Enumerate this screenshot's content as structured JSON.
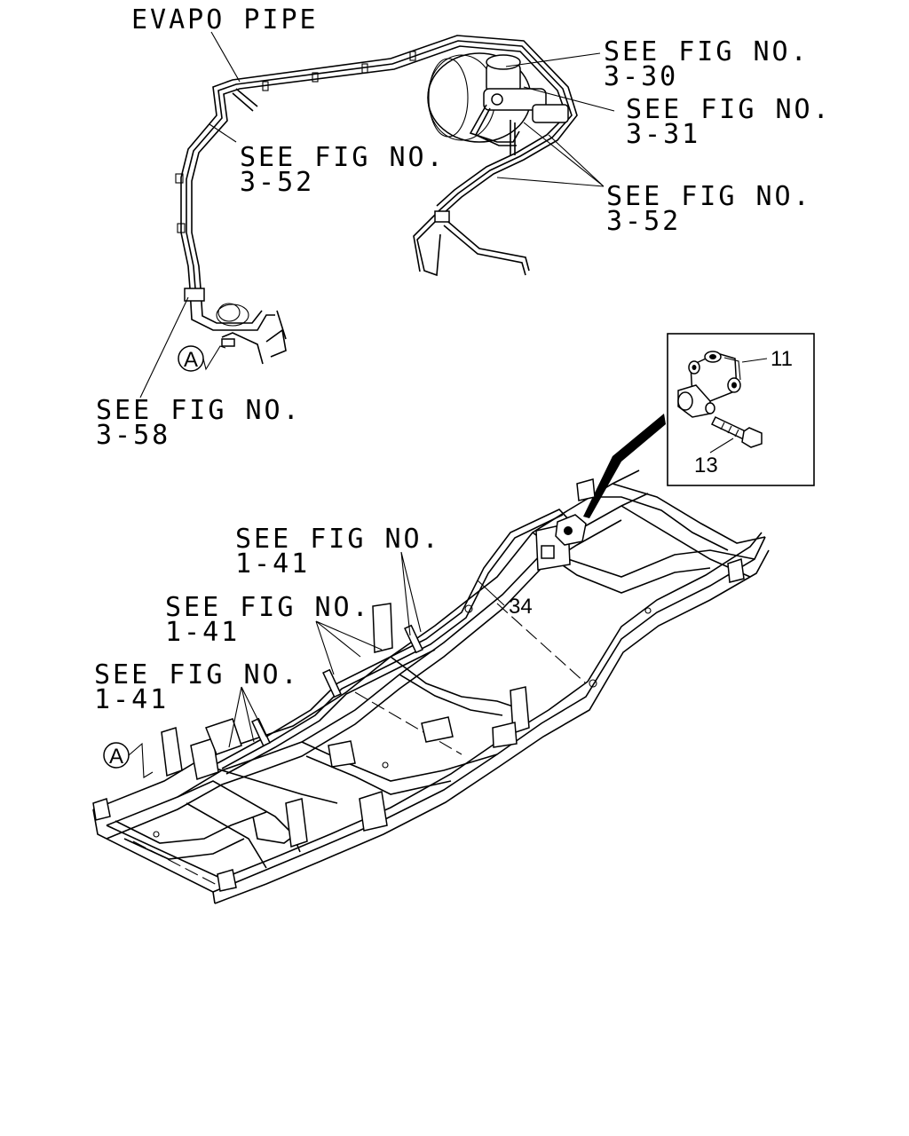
{
  "labels": {
    "evapo_pipe": "EVAPO PIPE",
    "see_fig_3_30": {
      "line1": "SEE FIG NO.",
      "line2": "3-30"
    },
    "see_fig_3_31": {
      "line1": "SEE FIG NO.",
      "line2": "3-31"
    },
    "see_fig_3_52_top": {
      "line1": "SEE FIG NO.",
      "line2": "3-52"
    },
    "see_fig_3_52_right": {
      "line1": "SEE FIG NO.",
      "line2": "3-52"
    },
    "see_fig_3_58": {
      "line1": "SEE FIG NO.",
      "line2": "3-58"
    },
    "see_fig_1_41_a": {
      "line1": "SEE FIG NO.",
      "line2": "1-41"
    },
    "see_fig_1_41_b": {
      "line1": "SEE FIG NO.",
      "line2": "1-41"
    },
    "see_fig_1_41_c": {
      "line1": "SEE FIG NO.",
      "line2": "1-41"
    }
  },
  "callouts": {
    "part_11": "11",
    "part_13": "13",
    "part_34": "34",
    "ref_a_top": "A",
    "ref_a_bottom": "A"
  }
}
